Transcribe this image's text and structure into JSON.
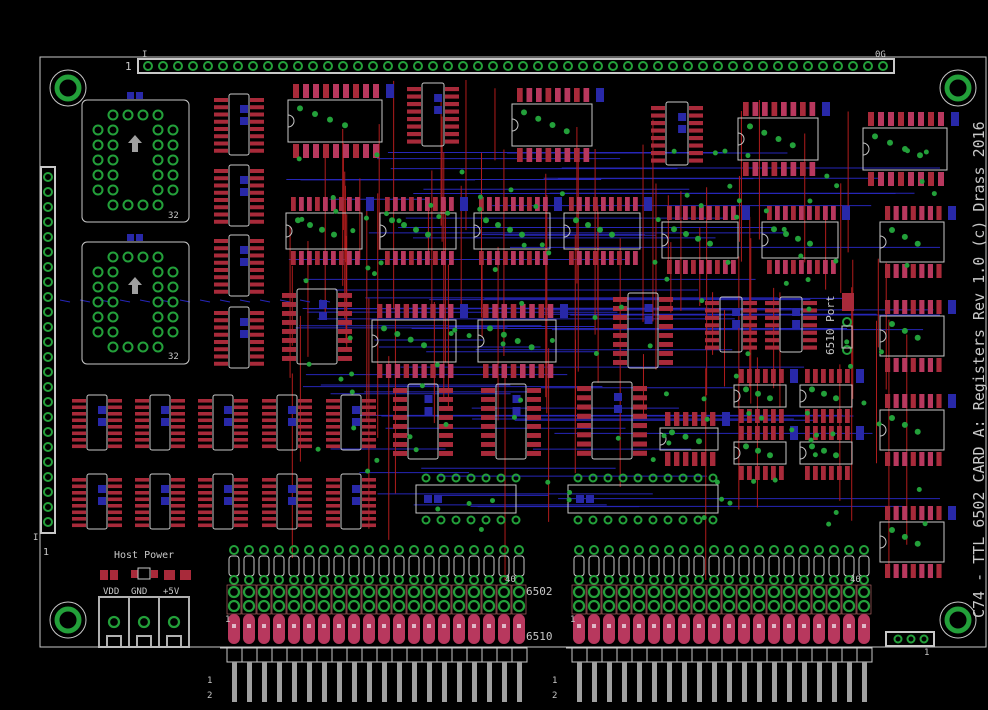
{
  "board": {
    "credit_text": "C74 - TTL 6502 CARD A: Registers Rev 1.0 (c) Drass 2016",
    "top_header": {
      "pin1_label": "1",
      "left_mark": "I",
      "right_label": "0G"
    },
    "left_header": {
      "pin1_label": "1",
      "mark": "I"
    },
    "plcc_labels": [
      "32",
      "32"
    ],
    "port_label": "6510 Port",
    "power": {
      "title": "Host Power",
      "terminals": [
        "VDD",
        "GND",
        "+5V"
      ]
    },
    "connectors": [
      {
        "pin1": "1",
        "pin40": "40",
        "label_top": "6502",
        "label_bottom": "6510",
        "row_labels": [
          "1",
          "2"
        ]
      },
      {
        "pin1": "1",
        "pin40": "40",
        "row_labels": [
          "1",
          "2"
        ]
      }
    ],
    "small_connector_label": "1"
  },
  "colors": {
    "background": "#000000",
    "outline": "#c8c8c8",
    "pad_red": "#a82a3a",
    "pad_pink": "#b8385e",
    "pad_blue": "#2828a8",
    "via_green": "#23a03a",
    "trace_red": "#b01c1c",
    "trace_blue": "#2626b8"
  }
}
